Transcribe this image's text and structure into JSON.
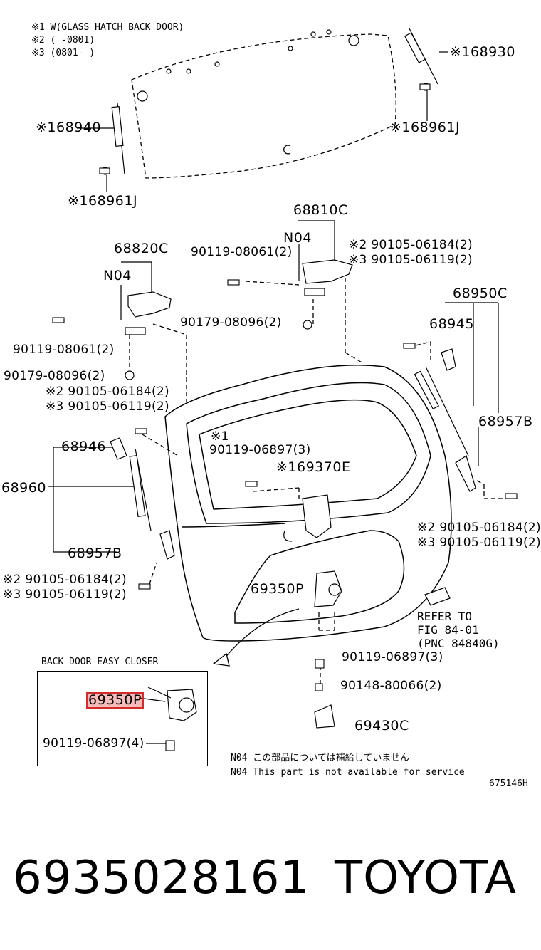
{
  "header_notes": [
    "※1 W(GLASS HATCH BACK DOOR)",
    "※2 (      -0801)",
    "※3 (0801-      )"
  ],
  "parts": {
    "p68930": "※168930",
    "p68940": "※168940",
    "p68961J_right": "※168961J",
    "p68961J_left": "※168961J",
    "p68810C": "68810C",
    "n04_center": "N04",
    "p68820C": "68820C",
    "n04_left": "N04",
    "b90119_08061_top": "90119-08061(2)",
    "b90105_06184_top": "※2 90105-06184(2)",
    "b90105_06119_top": "※3 90105-06119(2)",
    "b90179_08096_right": "90179-08096(2)",
    "b90119_08061_left": "90119-08061(2)",
    "b90179_08096_left": "90179-08096(2)",
    "b90105_06184_left": "※2 90105-06184(2)",
    "b90105_06119_left": "※3 90105-06119(2)",
    "p68950C": "68950C",
    "p68945": "68945",
    "p68957B_right": "68957B",
    "p68946": "68946",
    "p68960": "68960",
    "b90119_06897_top_1": "※1",
    "b90119_06897_top_2": "90119-06897(3)",
    "p69370E": "※169370E",
    "b90105_06184_right": "※2 90105-06184(2)",
    "b90105_06119_right": "※3 90105-06119(2)",
    "p68957B_left": "68957B",
    "b90105_06184_bl": "※2 90105-06184(2)",
    "b90105_06119_bl": "※3 90105-06119(2)",
    "p69350P": "69350P",
    "refer_1": "REFER TO",
    "refer_2": "FIG 84-01",
    "refer_3": "(PNC 84840G)",
    "b90119_06897_mid": "90119-06897(3)",
    "b90148_80066": "90148-80066(2)",
    "p69430C": "69430C",
    "inset_title": "BACK DOOR EASY CLOSER",
    "inset_part_highlight": "69350P",
    "inset_bolt": "90119-06897(4)",
    "legend_jp": "N04  この部品については補給していません",
    "legend_en": "N04  This part is not available for service",
    "diagram_id": "675146H"
  },
  "footer": {
    "part_number": "6935028161",
    "brand": "TOYOTA"
  },
  "colors": {
    "highlight_border": "#d32a2a",
    "highlight_fill": "#e63c3c"
  }
}
